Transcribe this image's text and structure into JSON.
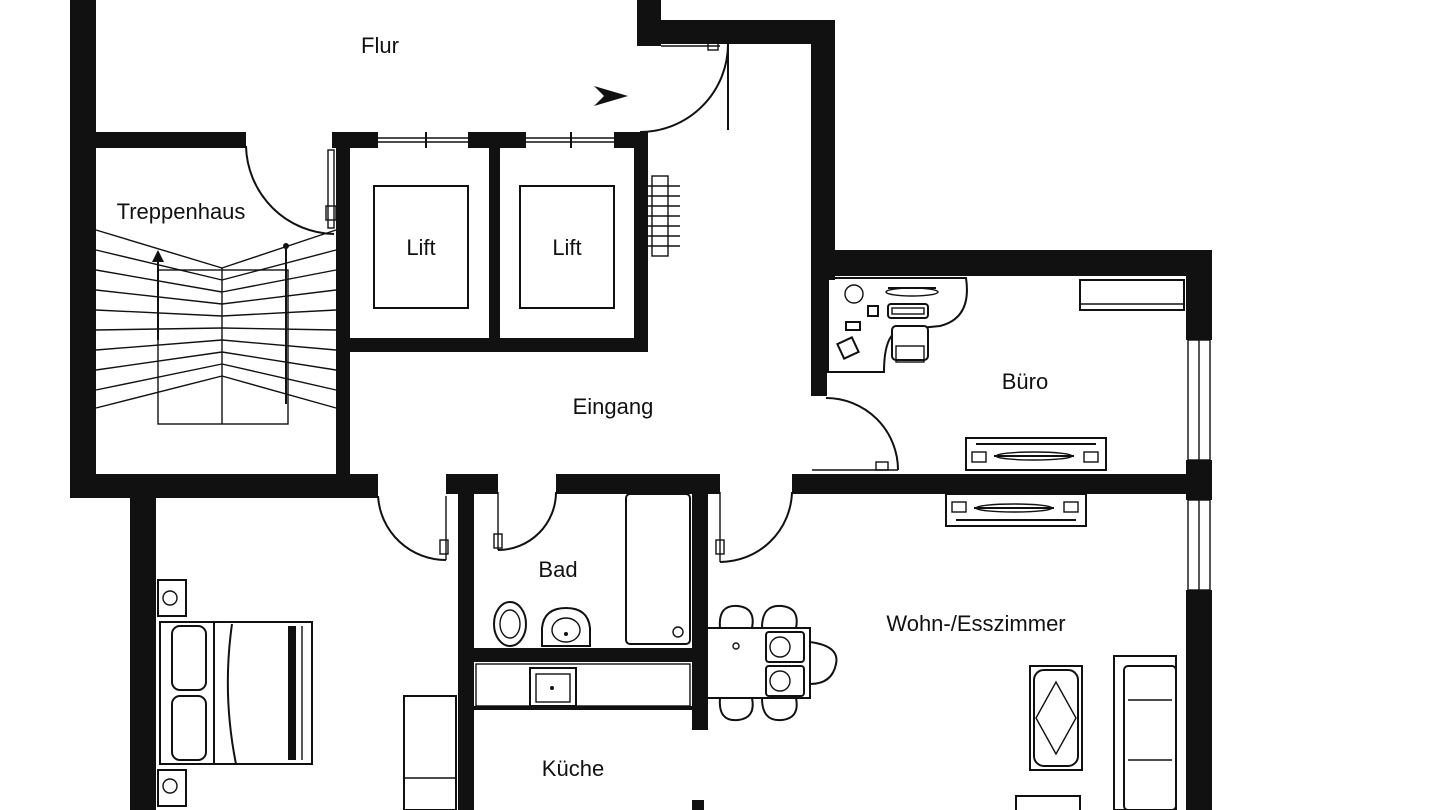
{
  "rooms": {
    "flur": "Flur",
    "treppenhaus": "Treppenhaus",
    "lift_1": "Lift",
    "lift_2": "Lift",
    "eingang": "Eingang",
    "buero": "Büro",
    "bad": "Bad",
    "wohn_esszimmer": "Wohn-/Esszimmer",
    "kueche": "Küche"
  },
  "colors": {
    "wall": "#111111",
    "background": "#ffffff"
  }
}
